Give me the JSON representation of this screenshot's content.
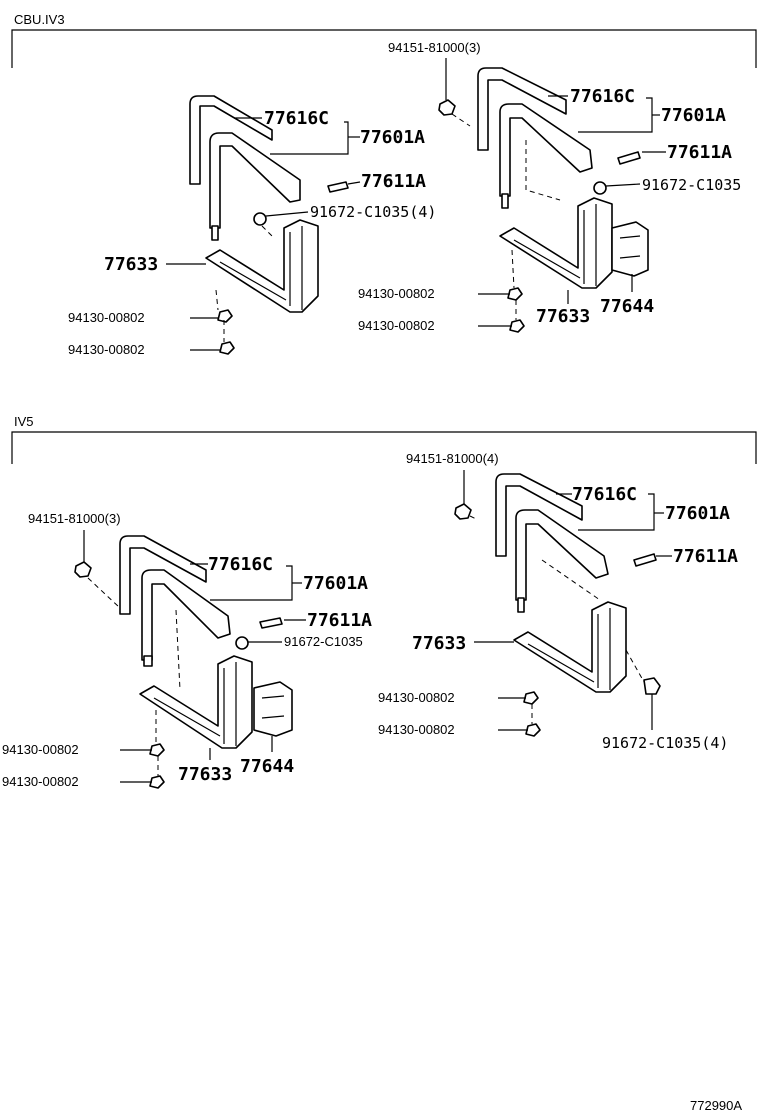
{
  "figure_code": "772990A",
  "sections": [
    {
      "title": "CBU.IV3",
      "labels": {
        "p1": "94151-81000(3)",
        "p2": "77616C",
        "p3": "77601A",
        "p4": "77611A",
        "p5": "91672-C1035",
        "p6": "94130-00802",
        "p7": "94130-00802",
        "p8": "77633",
        "p9": "77644",
        "q1": "77616C",
        "q2": "77601A",
        "q3": "77611A",
        "q4": "91672-C1035(4)",
        "q5": "77633",
        "q6": "94130-00802",
        "q7": "94130-00802"
      }
    },
    {
      "title": "IV5",
      "labels": {
        "p1": "94151-81000(3)",
        "p2": "77616C",
        "p3": "77601A",
        "p4": "77611A",
        "p5": "91672-C1035",
        "p6": "94130-00802",
        "p7": "94130-00802",
        "p8": "77633",
        "p9": "77644",
        "q1": "94151-81000(4)",
        "q2": "77616C",
        "q3": "77601A",
        "q4": "77611A",
        "q5": "77633",
        "q6": "94130-00802",
        "q7": "94130-00802",
        "q8": "91672-C1035(4)"
      }
    }
  ]
}
